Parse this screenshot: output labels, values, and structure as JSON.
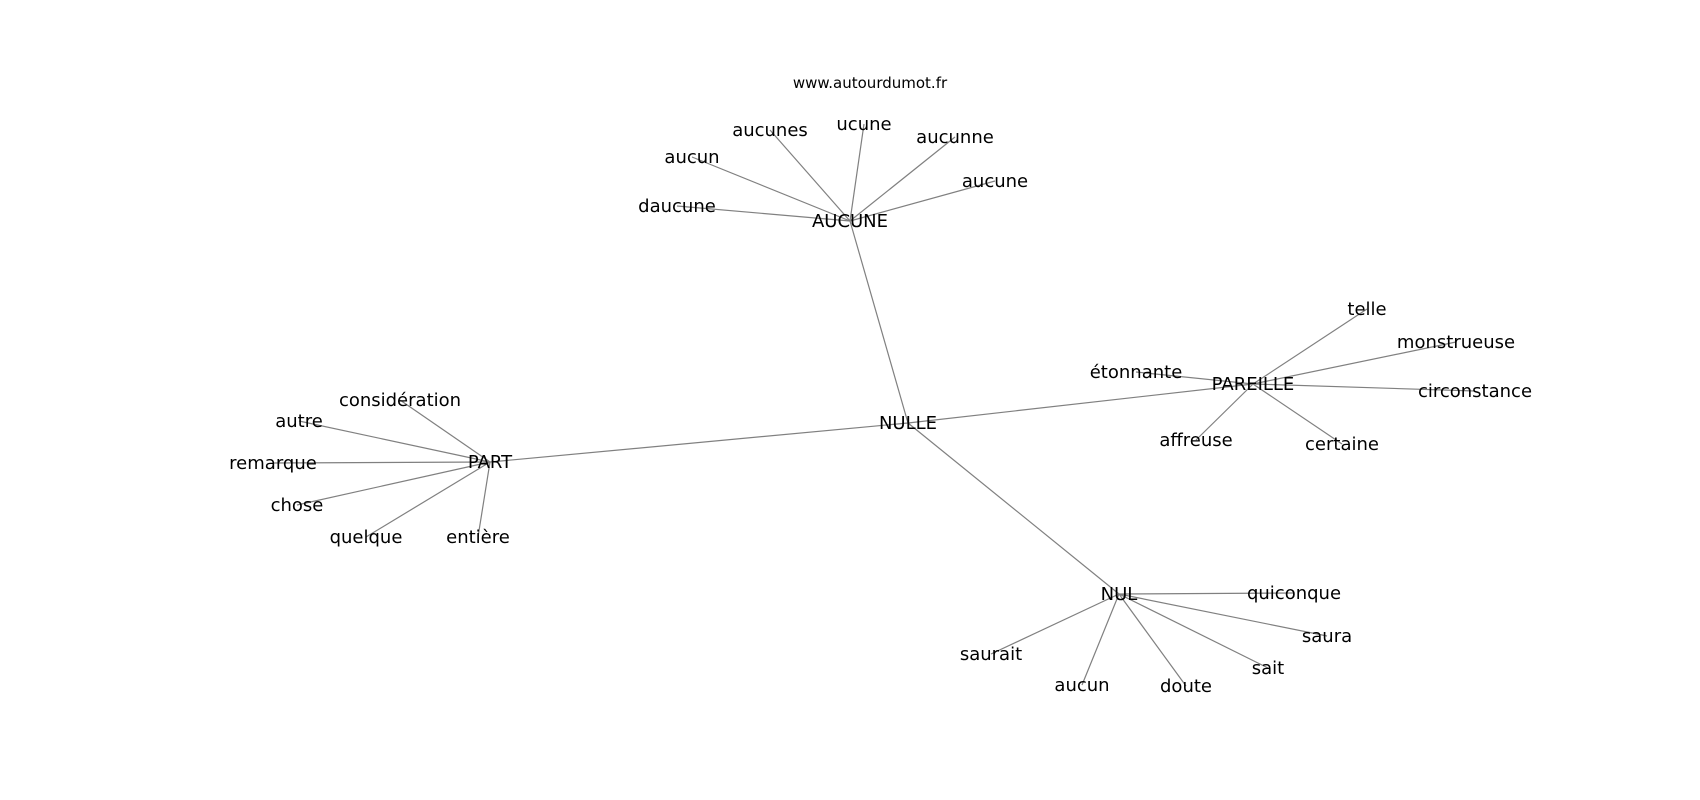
{
  "source": "www.autourdumot.fr",
  "graph": {
    "center": "NULLE",
    "clusters": [
      {
        "hub": "AUCUNE",
        "leaves": [
          "daucune",
          "aucun",
          "aucunes",
          "ucune",
          "aucunne",
          "aucune"
        ]
      },
      {
        "hub": "PAREILLE",
        "leaves": [
          "telle",
          "monstrueuse",
          "circonstance",
          "certaine",
          "affreuse",
          "étonnante"
        ]
      },
      {
        "hub": "PART",
        "leaves": [
          "considération",
          "autre",
          "remarque",
          "chose",
          "quelque",
          "entière"
        ]
      },
      {
        "hub": "NUL",
        "leaves": [
          "quiconque",
          "saura",
          "sait",
          "doute",
          "aucun",
          "saurait"
        ]
      }
    ]
  }
}
